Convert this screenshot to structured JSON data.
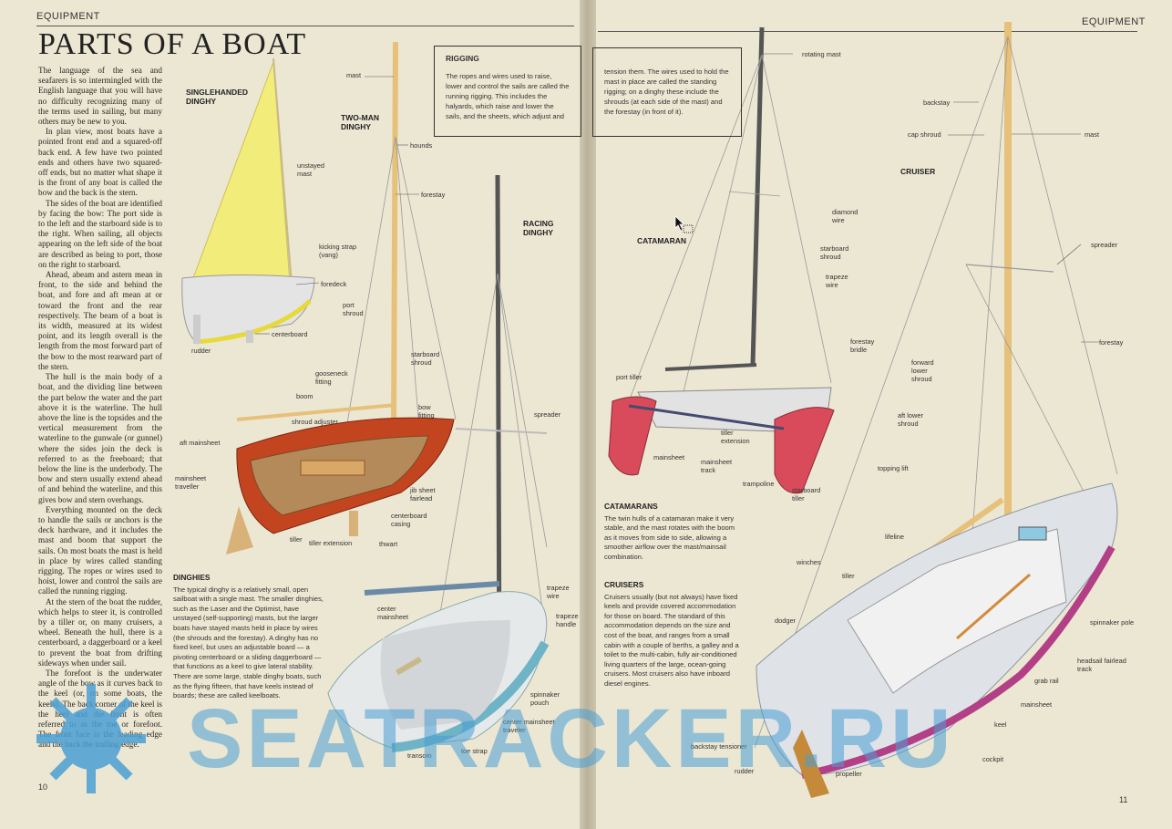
{
  "header_left": "EQUIPMENT",
  "header_right": "EQUIPMENT",
  "title": "PARTS OF A BOAT",
  "page_left": "10",
  "page_right": "11",
  "body_paragraphs": [
    "The language of the sea and seafarers is so intermingled with the English language that you will have no difficulty recognizing many of the terms used in sailing, but many others may be new to you.",
    "In plan view, most boats have a pointed front end and a squared-off back end. A few have two pointed ends and others have two squared-off ends, but no matter what shape it is the front of any boat is called the bow and the back is the stern.",
    "The sides of the boat are identified by facing the bow: The port side is to the left and the starboard side is to the right. When sailing, all objects appearing on the left side of the boat are described as being to port, those on the right to starboard.",
    "Ahead, abeam and astern mean in front, to the side and behind the boat, and fore and aft mean at or toward the front and the rear respectively. The beam of a boat is its width, measured at its widest point, and its length overall is the length from the most forward part of the bow to the most rearward part of the stern.",
    "The hull is the main body of a boat, and the dividing line between the part below the water and the part above it is the waterline. The hull above the line is the topsides and the vertical measurement from the waterline to the gunwale (or gunnel) where the sides join the deck is referred to as the freeboard; that below the line is the underbody. The bow and stern usually extend ahead of and behind the waterline, and this gives bow and stern overhangs.",
    "Everything mounted on the deck to handle the sails or anchors is the deck hardware, and it includes the mast and boom that support the sails. On most boats the mast is held in place by wires called standing rigging. The ropes or wires used to hoist, lower and control the sails are called the running rigging.",
    "At the stern of the boat the rudder, which helps to steer it, is controlled by a tiller or, on many cruisers, a wheel. Beneath the hull, there is a centerboard, a daggerboard or a keel to prevent the boat from drifting sideways when under sail.",
    "The forefoot is the underwater angle of the bow as it curves back to the keel (or, on some boats, the keels). The back corner of the keel is the heel and the front is often referred to as the toe or forefoot. The front face is the leading edge and the back the trailing edge."
  ],
  "boat_headings": {
    "singlehanded": "SINGLEHANDED DINGHY",
    "twoman": "TWO-MAN DINGHY",
    "racing": "RACING DINGHY",
    "catamaran": "CATAMARAN",
    "cruiser": "CRUISER"
  },
  "rigging_box": {
    "heading": "RIGGING",
    "part1": "The ropes and wires used to raise, lower and control the sails are called the running rigging. This includes the halyards, which raise and lower the sails, and the sheets, which adjust and",
    "part2": "tension them. The wires used to hold the mast in place are called the standing rigging; on a dinghy these include the shrouds (at each side of the mast) and the forestay (in front of it)."
  },
  "dinghies_section": {
    "heading": "DINGHIES",
    "text": "The typical dinghy is a relatively small, open sailboat with a single mast. The smaller dinghies, such as the Laser and the Optimist, have unstayed (self-supporting) masts, but the larger boats have stayed masts held in place by wires (the shrouds and the forestay). A dinghy has no fixed keel, but uses an adjustable board — a pivoting centerboard or a sliding daggerboard — that functions as a keel to give lateral stability. There are some large, stable dinghy boats, such as the flying fifteen, that have keels instead of boards; these are called keelboats."
  },
  "catamarans_section": {
    "heading": "CATAMARANS",
    "text": "The twin hulls of a catamaran make it very stable, and the mast rotates with the boom as it moves from side to side, allowing a smoother airflow over the mast/mainsail combination."
  },
  "cruisers_section": {
    "heading": "CRUISERS",
    "text": "Cruisers usually (but not always) have fixed keels and provide covered accommodation for those on board. The standard of this accommodation depends on the size and cost of the boat, and ranges from a small cabin with a couple of berths, a galley and a toilet to the multi-cabin, fully air-conditioned living quarters of the large, ocean-going cruisers. Most cruisers also have inboard diesel engines."
  },
  "labels": {
    "unstayed_mast": "unstayed mast",
    "kicking_strap": "kicking strap (vang)",
    "foredeck": "foredeck",
    "centerboard": "centerboard",
    "rudder": "rudder",
    "mast": "mast",
    "hounds": "hounds",
    "forestay": "forestay",
    "port_shroud": "port shroud",
    "starboard_shroud": "starboard shroud",
    "gooseneck": "gooseneck fitting",
    "boom": "boom",
    "shroud_adjuster": "shroud adjuster",
    "bow_fitting": "bow fitting",
    "aft_mainsheet": "aft mainsheet",
    "mainsheet_traveller": "mainsheet traveller",
    "jib_sheet_fairlead": "jib sheet fairlead",
    "centerboard_casing": "centerboard casing",
    "tiller": "tiller",
    "tiller_extension": "tiller extension",
    "thwart": "thwart",
    "spreader": "spreader",
    "trapeze_wire": "trapeze wire",
    "trapeze_handle": "trapeze handle",
    "center_mainsheet": "center mainsheet",
    "spinnaker_pouch": "spinnaker pouch",
    "center_mainsheet_traveler": "center mainsheet traveler",
    "toe_strap": "toe strap",
    "transom": "transom",
    "rotating_mast": "rotating mast",
    "diamond_wire": "diamond wire",
    "starboard_shroud_cat": "starboard shroud",
    "trapeze_wire_cat": "trapeze wire",
    "forestay_bridle": "forestay bridle",
    "port_tiller": "port tiller",
    "mainsheet": "mainsheet",
    "mainsheet_track": "mainsheet track",
    "tiller_extension_cat": "tiller extension",
    "trampoline": "trampoline",
    "starboard_tiller": "starboard tiller",
    "backstay": "backstay",
    "cap_shroud": "cap shroud",
    "mast_cruiser": "mast",
    "spreader_cruiser": "spreader",
    "forestay_cruiser": "forestay",
    "forward_lower_shroud": "forward lower shroud",
    "aft_lower_shroud": "aft lower shroud",
    "topping_lift": "topping lift",
    "lifeline": "lifeline",
    "winches": "winches",
    "tiller_cruiser": "tiller",
    "dodger": "dodger",
    "spinnaker_pole": "spinnaker pole",
    "headsail_fairlead_track": "headsail fairlead track",
    "grab_rail": "grab rail",
    "mainsheet_cruiser": "mainsheet",
    "keel": "keel",
    "cockpit": "cockpit",
    "backstay_tensioner": "backstay tensioner",
    "rudder_cruiser": "rudder",
    "propeller": "propeller"
  },
  "watermark": "SEATRACKER.RU",
  "colors": {
    "paper": "#ece7d3",
    "sail_yellow": "#f2ec7a",
    "hull_red": "#c3451f",
    "hull_blue": "#6fb3c6",
    "cat_red": "#d94b5a",
    "mast_wood": "#e7c07a",
    "watermark_blue": "#4a9fd4"
  }
}
